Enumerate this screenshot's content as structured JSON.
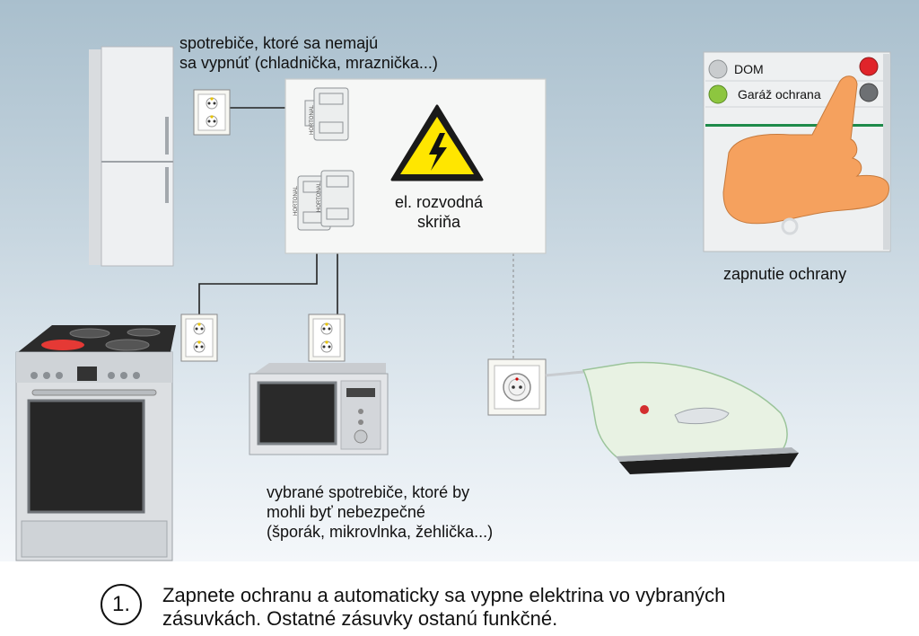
{
  "labels": {
    "fridge_note": "spotrebiče, ktoré sa nemajú\nsa vypnúť (chladnička, mraznička...)",
    "box_label": "el. rozvodná\nskriňa",
    "panel_caption": "zapnutie ochrany",
    "dangerous_note": "vybrané spotrebiče, ktoré by\nmohli byť nebezpečné\n(šporák, mikrovlnka, žehlička...)"
  },
  "panel": {
    "row1": "DOM",
    "row2": "Garáž ochrana"
  },
  "breaker_text": "HORTONAL",
  "caption": {
    "number": "1.",
    "text": "Zapnete ochranu a automaticky sa vypne elektrina vo vybraných\nzásuvkách. Ostatné zásuvky ostanú funkčné."
  },
  "colors": {
    "hazard_yellow": "#ffe600",
    "indicator_red": "#e0242a",
    "indicator_green": "#8dc63f",
    "panel_line": "#1e8a4a",
    "hand": "#f5a15e",
    "hotplate_active": "#e53935"
  }
}
